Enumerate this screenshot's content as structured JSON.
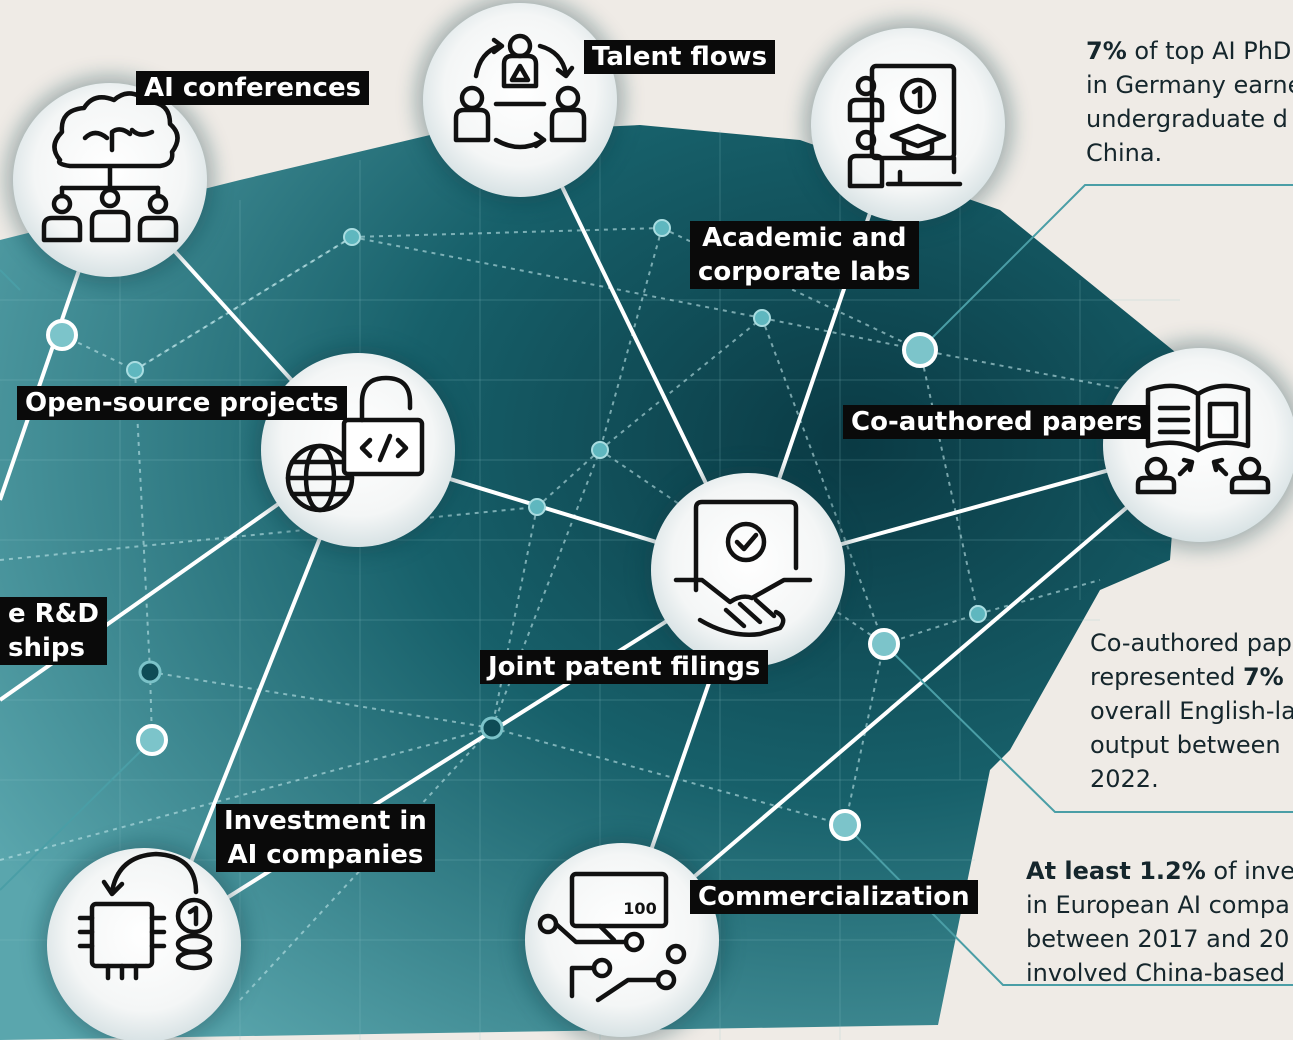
{
  "nodes": [
    {
      "id": "talent",
      "label": "Talent flows",
      "icon": "talent-flows-icon"
    },
    {
      "id": "conf",
      "label": "AI conferences",
      "icon": "brain-network-icon"
    },
    {
      "id": "labs",
      "label": [
        "Academic and",
        "corporate labs"
      ],
      "icon": "lab-education-icon"
    },
    {
      "id": "oss",
      "label": "Open-source projects",
      "icon": "open-source-globe-code-icon"
    },
    {
      "id": "papers",
      "label": "Co-authored papers",
      "icon": "book-collaboration-icon"
    },
    {
      "id": "rd",
      "label": [
        "e R&D",
        "ships"
      ],
      "icon": null
    },
    {
      "id": "patent",
      "label": "Joint patent filings",
      "icon": "handshake-document-icon"
    },
    {
      "id": "invest",
      "label": [
        "Investment in",
        "AI companies"
      ],
      "icon": "chip-coins-icon"
    },
    {
      "id": "comm",
      "label": "Commercialization",
      "icon": "circuit-screen-icon"
    }
  ],
  "annotations": {
    "phd": {
      "highlight": "7%",
      "lines": [
        " of top AI PhD",
        "in Germany earne",
        "undergraduate d",
        "China."
      ]
    },
    "coauth": {
      "lines": [
        "Co-authored pap",
        "represented ",
        "overall English-la",
        "output between",
        "2022."
      ],
      "highlight": "7%"
    },
    "invest": {
      "highlight": "At least 1.2%",
      "lines": [
        " of inve",
        "in European AI compa",
        "between 2017 and 20",
        "involved China-based"
      ]
    }
  },
  "colors": {
    "background": "#efebe6",
    "network_dark": "#0b3e47",
    "network_light": "#4b9aa3",
    "label_bg": "#0a0a0a"
  }
}
